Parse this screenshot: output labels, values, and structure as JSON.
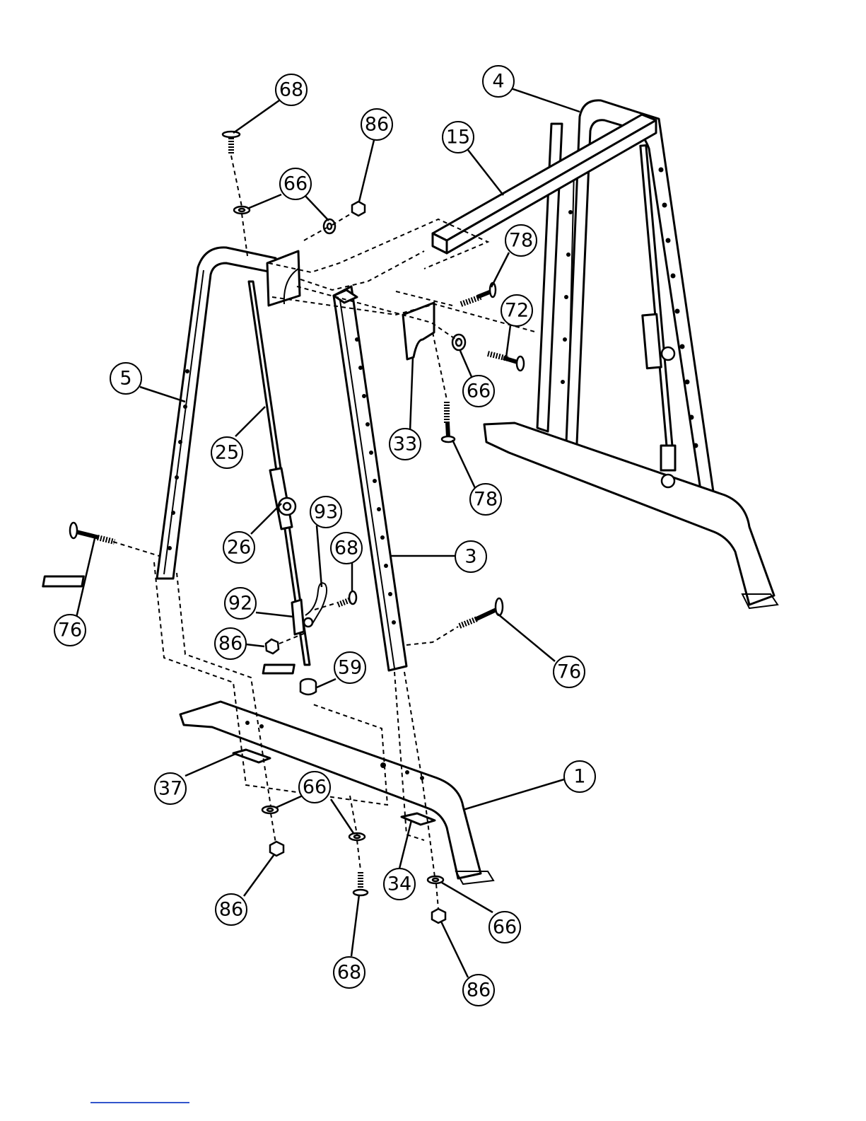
{
  "diagram": {
    "callouts": [
      {
        "id": "c-68-top",
        "label": "68",
        "part": "bolt"
      },
      {
        "id": "c-86-top",
        "label": "86",
        "part": "nut"
      },
      {
        "id": "c-66-top",
        "label": "66",
        "part": "washer"
      },
      {
        "id": "c-4",
        "label": "4",
        "part": "rear-frame"
      },
      {
        "id": "c-15",
        "label": "15",
        "part": "top-crossbar"
      },
      {
        "id": "c-78-upper",
        "label": "78",
        "part": "pin"
      },
      {
        "id": "c-72",
        "label": "72",
        "part": "bolt"
      },
      {
        "id": "c-66-mid",
        "label": "66",
        "part": "washer"
      },
      {
        "id": "c-5",
        "label": "5",
        "part": "front-frame"
      },
      {
        "id": "c-25",
        "label": "25",
        "part": "guide-rod"
      },
      {
        "id": "c-33",
        "label": "33",
        "part": "bracket"
      },
      {
        "id": "c-78-lower",
        "label": "78",
        "part": "pin"
      },
      {
        "id": "c-93",
        "label": "93",
        "part": "hook"
      },
      {
        "id": "c-26",
        "label": "26",
        "part": "pulley"
      },
      {
        "id": "c-68-mid",
        "label": "68",
        "part": "bolt"
      },
      {
        "id": "c-3",
        "label": "3",
        "part": "upright"
      },
      {
        "id": "c-76-left",
        "label": "76",
        "part": "bolt"
      },
      {
        "id": "c-92",
        "label": "92",
        "part": "collar"
      },
      {
        "id": "c-86-mid",
        "label": "86",
        "part": "nut"
      },
      {
        "id": "c-59",
        "label": "59",
        "part": "bushing"
      },
      {
        "id": "c-76-right",
        "label": "76",
        "part": "bolt"
      },
      {
        "id": "c-1",
        "label": "1",
        "part": "base"
      },
      {
        "id": "c-37",
        "label": "37",
        "part": "plate"
      },
      {
        "id": "c-66-low1",
        "label": "66",
        "part": "washer"
      },
      {
        "id": "c-66-low2",
        "label": "66",
        "part": "washer"
      },
      {
        "id": "c-34",
        "label": "34",
        "part": "plate"
      },
      {
        "id": "c-86-low1",
        "label": "86",
        "part": "nut"
      },
      {
        "id": "c-66-low3",
        "label": "66",
        "part": "washer"
      },
      {
        "id": "c-68-bottom",
        "label": "68",
        "part": "bolt"
      },
      {
        "id": "c-86-bottom",
        "label": "86",
        "part": "nut"
      }
    ]
  }
}
